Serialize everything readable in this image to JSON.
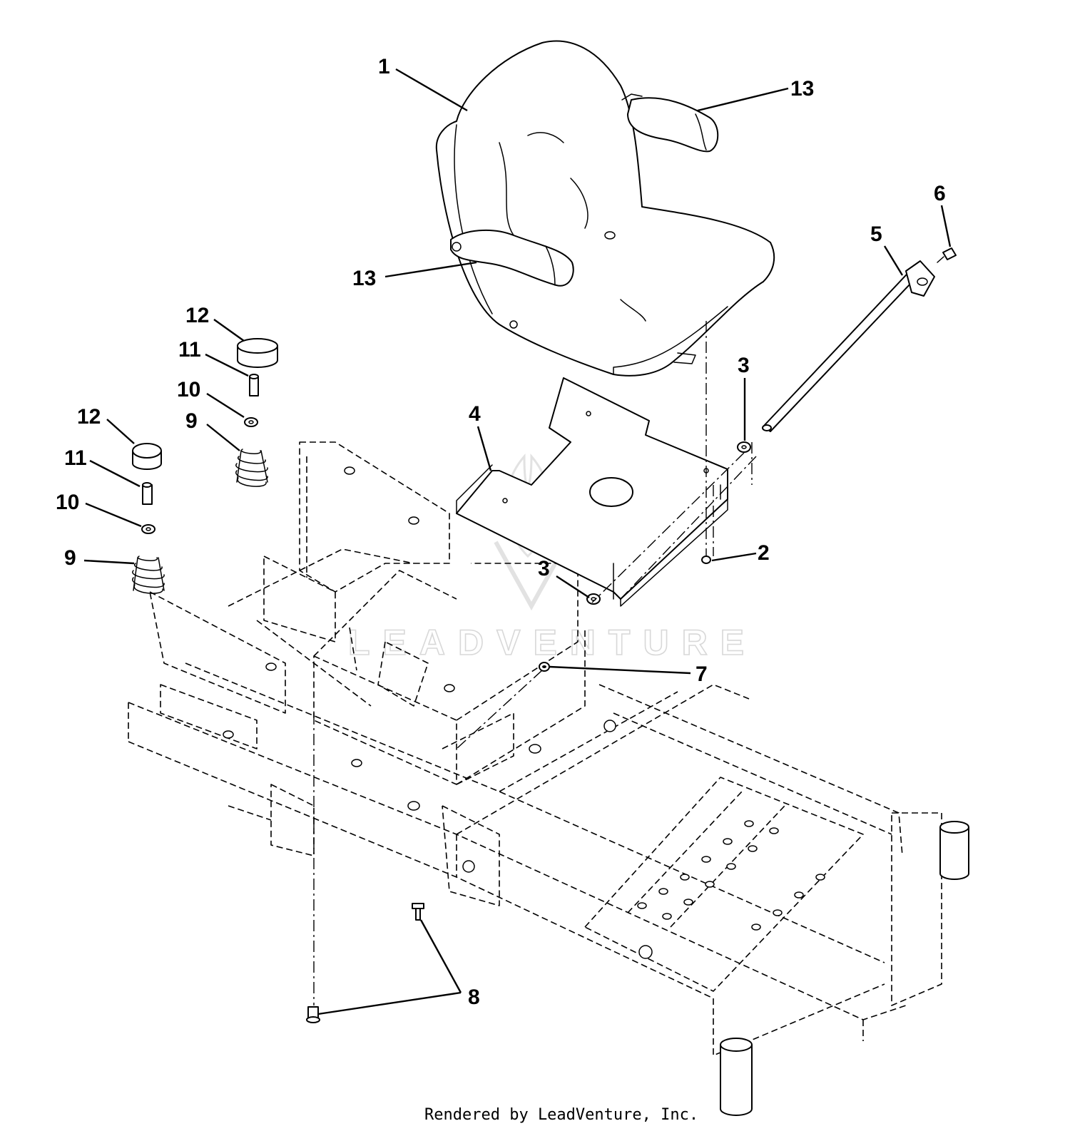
{
  "watermark": "LEADVENTURE",
  "footer": "Rendered by LeadVenture, Inc.",
  "callouts": [
    {
      "id": "c1",
      "label": "1"
    },
    {
      "id": "c13a",
      "label": "13"
    },
    {
      "id": "c13b",
      "label": "13"
    },
    {
      "id": "c6",
      "label": "6"
    },
    {
      "id": "c5",
      "label": "5"
    },
    {
      "id": "c3a",
      "label": "3"
    },
    {
      "id": "c3b",
      "label": "3"
    },
    {
      "id": "c4",
      "label": "4"
    },
    {
      "id": "c2",
      "label": "2"
    },
    {
      "id": "c7",
      "label": "7"
    },
    {
      "id": "c8",
      "label": "8"
    },
    {
      "id": "c12a",
      "label": "12"
    },
    {
      "id": "c11a",
      "label": "11"
    },
    {
      "id": "c10a",
      "label": "10"
    },
    {
      "id": "c9a",
      "label": "9"
    },
    {
      "id": "c12b",
      "label": "12"
    },
    {
      "id": "c11b",
      "label": "11"
    },
    {
      "id": "c10b",
      "label": "10"
    },
    {
      "id": "c9b",
      "label": "9"
    }
  ]
}
